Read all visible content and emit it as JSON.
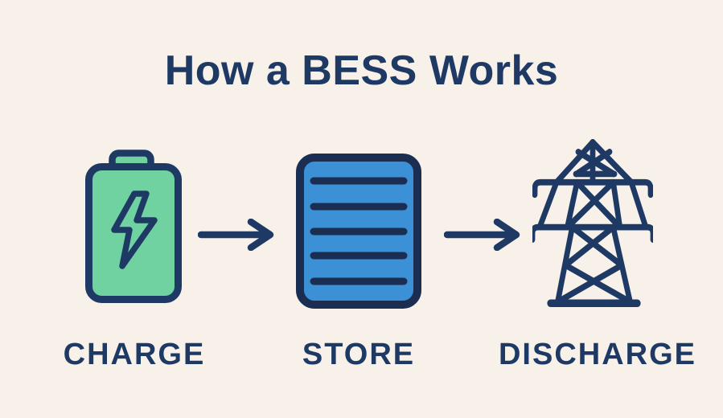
{
  "title": "How a BESS Works",
  "diagram": {
    "stages": [
      {
        "label": "CHARGE",
        "icon": "battery-lightning-icon"
      },
      {
        "label": "STORE",
        "icon": "storage-rack-icon"
      },
      {
        "label": "DISCHARGE",
        "icon": "transmission-tower-icon"
      }
    ],
    "connectors": [
      {
        "icon": "arrow-right-icon",
        "from": "CHARGE",
        "to": "STORE"
      },
      {
        "icon": "arrow-right-icon",
        "from": "STORE",
        "to": "DISCHARGE"
      }
    ]
  },
  "colors": {
    "background": "#f7f1ea",
    "navy": "#1e3a64",
    "navy_deep": "#1b2e52",
    "battery_green": "#70d2a0",
    "storage_blue": "#3b90d6"
  }
}
